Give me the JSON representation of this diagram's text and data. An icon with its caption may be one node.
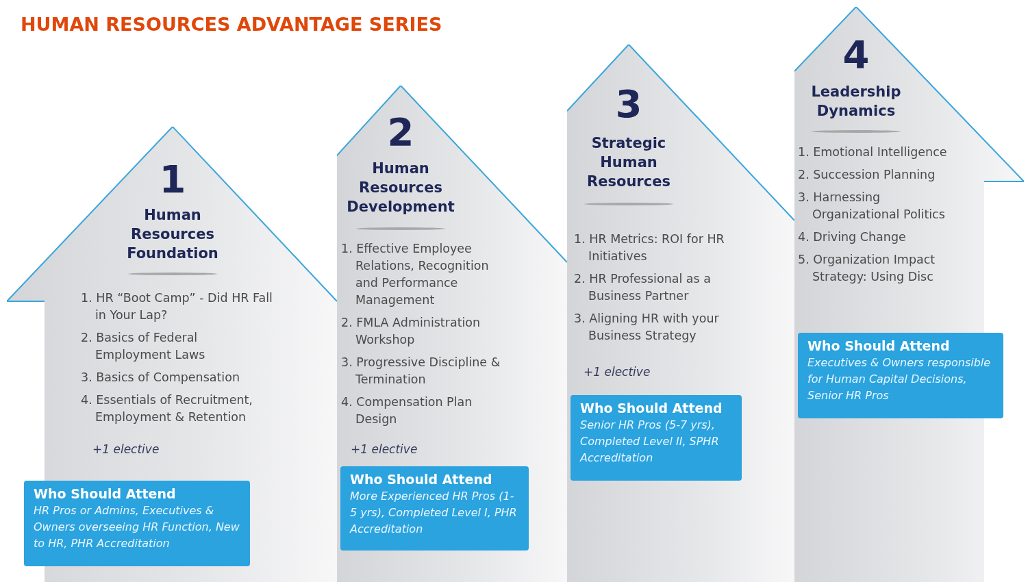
{
  "diagram": {
    "title": "HUMAN RESOURCES ADVANTAGE SERIES",
    "nodes": [
      {
        "text": [
          "1",
          "Human Resources Foundation",
          "1. HR “Boot Camp” - Did HR Fall in Your Lap?",
          "2. Basics of Federal Employment Laws",
          "3. Basics of Compensation",
          "4. Essentials of Recruitment, Employment & Retention",
          "+1 elective"
        ]
      },
      {
        "text": [
          "Who Should Attend",
          "HR Pros or Admins, Executives & Owners overseeing HR Function, New to HR, PHR Accreditation"
        ],
        "in": 0
      },
      {
        "text": [
          "2",
          "Human Resources Development",
          "1. Effective Employee Relations, Recognition and Performance Management",
          "2. FMLA Administration Workshop",
          "3. Progressive Discipline & Termination",
          "4. Compensation Plan Design",
          "+1 elective"
        ]
      },
      {
        "text": [
          "Who Should Attend",
          "More Experienced HR Pros (1-5 yrs), Completed Level I, PHR Accreditation"
        ],
        "in": 2
      },
      {
        "text": [
          "3",
          "Strategic Human Resources",
          "1. HR Metrics: ROI for HR Initiatives",
          "2. HR Professional as a Business Partner",
          "3. Aligning HR with your Business Strategy",
          "+1 elective"
        ]
      },
      {
        "text": [
          "Who Should Attend",
          "Senior HR Pros (5-7 yrs), Completed Level II, SPHR Accreditation"
        ],
        "in": 4
      },
      {
        "text": [
          "4",
          "Leadership Dynamics",
          "1. Emotional Intelligence",
          "2. Succession Planning",
          "3. Harnessing Organizational Politics",
          "4. Driving Change",
          "5. Organization Impact Strategy: Using Disc"
        ]
      },
      {
        "text": [
          "Who Should Attend",
          "Executives & Owners responsible for Human Capital Decisions, Senior HR Pros"
        ],
        "in": 6
      }
    ]
  }
}
